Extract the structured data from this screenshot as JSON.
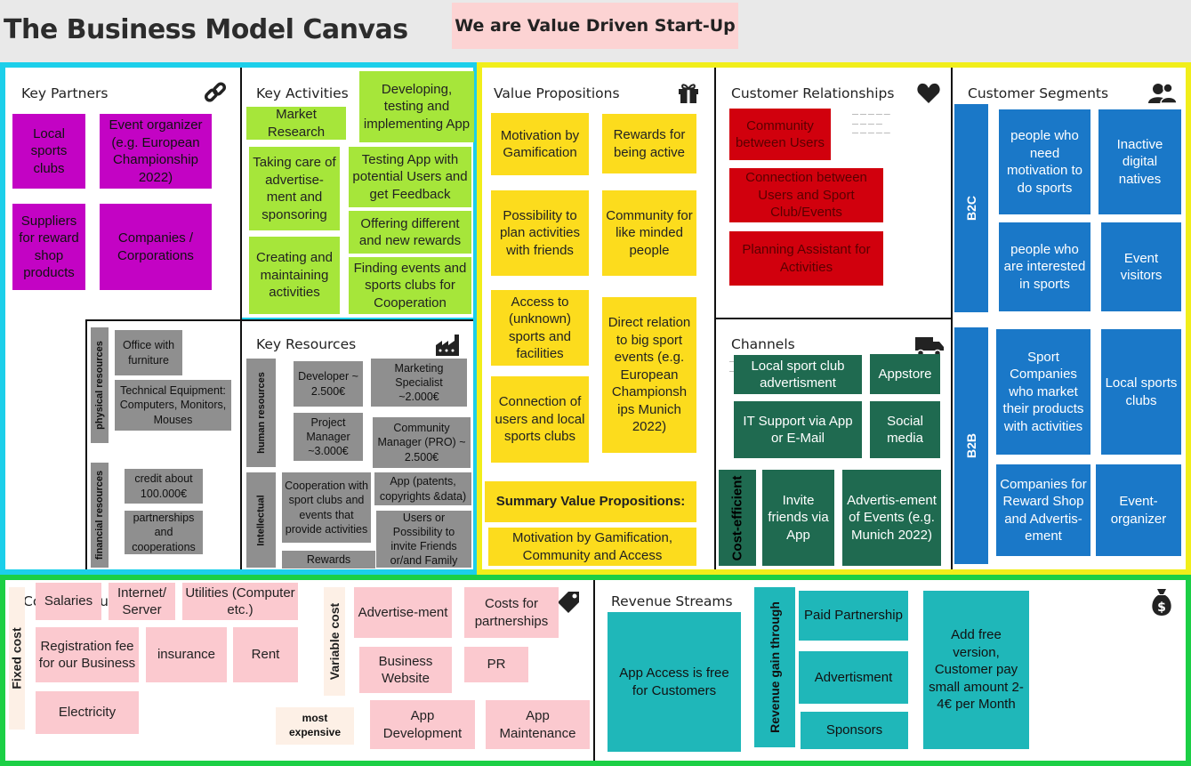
{
  "page": {
    "title": "The Business Model Canvas",
    "subtitle": "We are Value Driven Start-Up"
  },
  "colors": {
    "frame_left": "#1ccfea",
    "frame_middle": "#f1ee1a",
    "frame_bottom": "#1ccf45",
    "purple": "#c303c4",
    "lime": "#a6e63a",
    "yellow": "#fcdc1d",
    "red": "#d1000d",
    "green": "#1f6a50",
    "blue": "#1a78c8",
    "teal": "#1fb7b9",
    "pink": "#fbc9cf",
    "grey": "#8f8f8f"
  },
  "key_partners": {
    "title": "Key Partners",
    "icon": "link-icon",
    "notes": [
      "Local sports clubs",
      "Event organizer (e.g. European Championship 2022)",
      "Suppliers for reward shop products",
      "Companies / Corporations"
    ]
  },
  "key_activities": {
    "title": "Key Activities",
    "notes": [
      "Developing, testing and implementing App",
      "Market Research",
      "Taking care of advertise-ment and sponsoring",
      "Testing App with potential Users and get Feedback",
      "Offering different and new rewards",
      "Creating and maintaining activities",
      "Finding events and sports clubs for Cooperation"
    ]
  },
  "key_resources": {
    "title": "Key Resources",
    "icon": "factory-icon",
    "physical_label": "physical resources",
    "financial_label": "financial resources",
    "human_label": "human resources",
    "intellectual_label": "Intellectual",
    "notes": [
      "Office with furniture",
      "Technical Equipment: Computers, Monitors, Mouses",
      "credit about 100.000€",
      "partnerships and cooperations",
      "Developer ~ 2.500€",
      "Marketing Specialist ~2.000€",
      "Project Manager ~3.000€",
      "Community Manager (PRO) ~ 2.500€",
      "Cooperation with sport clubs and events that provide activities",
      "App (patents, copyrights &data)",
      "Users or Possibility to invite Friends or/and Family",
      "Rewards"
    ]
  },
  "value_propositions": {
    "title": "Value Propositions",
    "icon": "gift-icon",
    "notes": [
      "Motivation by Gamification",
      "Rewards for being active",
      "Possibility to plan activities with friends",
      "Community for like minded people",
      "Access to (unknown) sports and facilities",
      "Direct relation to big sport events (e.g. European Championsh ips Munich 2022)",
      "Connection of users and local sports clubs"
    ],
    "summary_title": "Summary Value Propositions:",
    "summary_text": "Motivation by Gamification, Community and Access"
  },
  "customer_relationships": {
    "title": "Customer Relationships",
    "icon": "heart-icon",
    "notes": [
      "Community between Users",
      "Connection between Users and Sport Club/Events",
      "Planning Assistant for Activities"
    ]
  },
  "channels": {
    "title": "Channels",
    "icon": "truck-icon",
    "cost_label": "Cost-efficient",
    "notes": [
      "Local sport club advertisment",
      "Appstore",
      "IT Support via App or E-Mail",
      "Social media",
      "Invite friends via App",
      "Advertis-ement of Events (e.g. Munich 2022)"
    ]
  },
  "customer_segments": {
    "title": "Customer Segments",
    "icon": "users-icon",
    "b2c_label": "B2C",
    "b2b_label": "B2B",
    "notes": [
      "people who need motivation to do sports",
      "Inactive digital natives",
      "people who are interested in sports",
      "Event visitors",
      "Sport Companies who market their products with activities",
      "Local sports clubs",
      "Companies for Reward Shop and Advertis-ement",
      "Event-organizer"
    ]
  },
  "cost_structure": {
    "title": "Cost Structure",
    "icon": "tag-icon",
    "fixed_label": "Fixed cost",
    "variable_label": "Variable cost",
    "most_expensive": "most expensive",
    "notes": [
      "Salaries",
      "Internet/ Server",
      "Utilities (Computer etc.)",
      "Registration fee for our Business",
      "insurance",
      "Rent",
      "Electricity",
      "Advertise-ment",
      "Costs for partnerships",
      "Business Website",
      "PR",
      "App Development",
      "App Maintenance"
    ]
  },
  "revenue_streams": {
    "title": "Revenue Streams",
    "icon": "money-bag-icon",
    "gain_label": "Revenue gain through",
    "notes": [
      "App Access is free for Customers",
      "Paid Partnership",
      "Advertisment",
      "Sponsors",
      "Add free version, Customer pay small amount 2-4€ per Month"
    ]
  }
}
